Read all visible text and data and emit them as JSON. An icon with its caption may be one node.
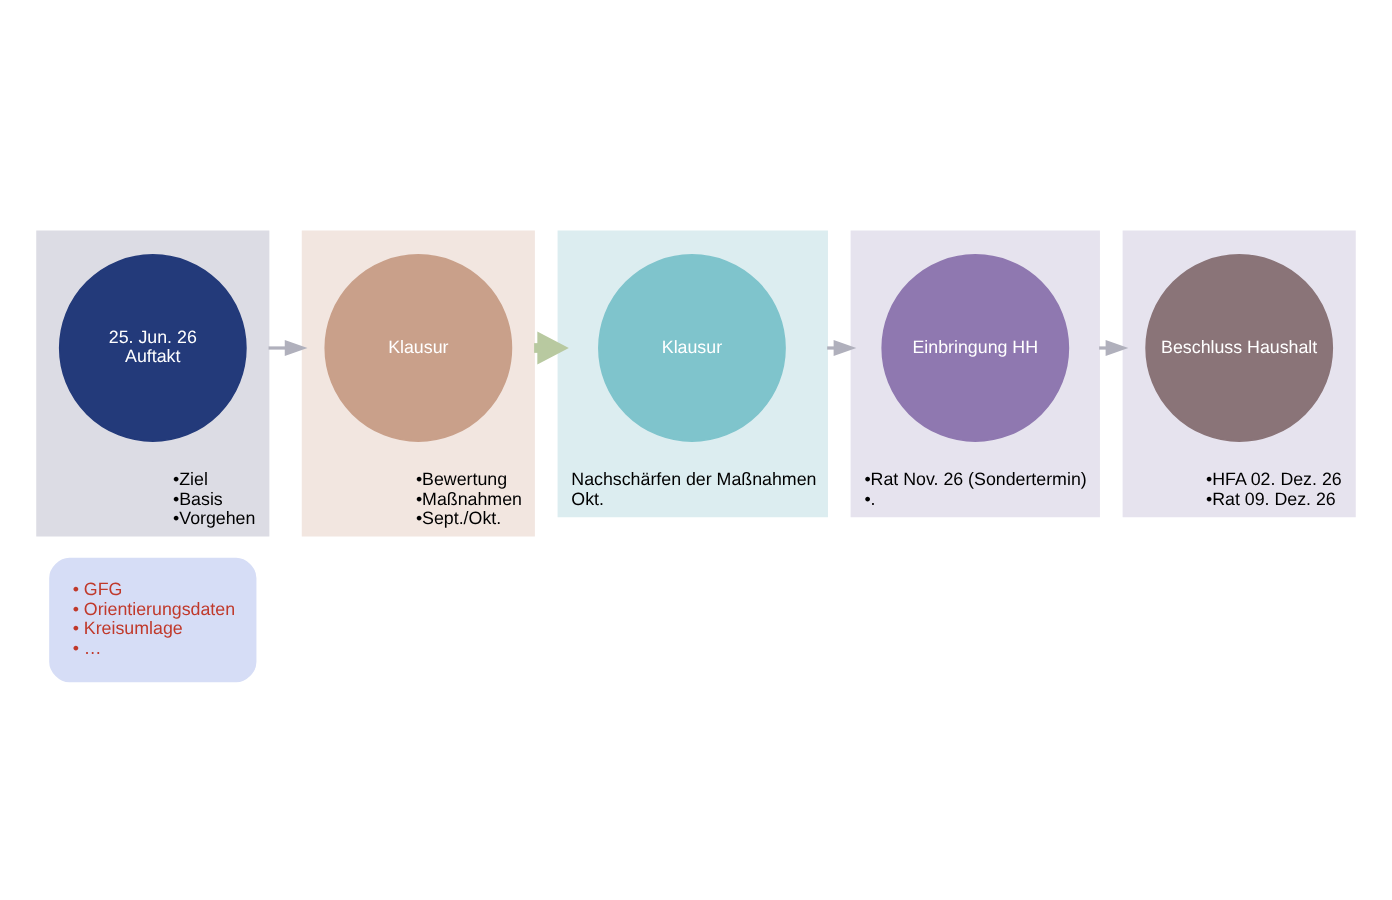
{
  "diagram": {
    "nodes": [
      {
        "text": [
          "• GFG",
          "• Orientierungsdaten",
          "• Kreisumlage",
          "• …"
        ]
      },
      {
        "text": [
          "•Ziel",
          "•Basis",
          "•Vorgehen"
        ]
      },
      {
        "text": [
          "25. Jun. 26",
          "Auftakt"
        ],
        "in": 1
      },
      {
        "text": [
          "•Bewertung",
          "•Maßnahmen",
          "•Sept./Okt."
        ]
      },
      {
        "text": [
          "Klausur"
        ],
        "in": 3
      },
      {
        "text": [
          "Nachschärfen der Maßnahmen",
          "Okt."
        ]
      },
      {
        "text": [
          "Klausur"
        ],
        "in": 5
      },
      {
        "text": [
          "•Rat Nov. 26 (Sondertermin)",
          "•."
        ]
      },
      {
        "text": [
          "Einbringung HH"
        ],
        "in": 7
      },
      {
        "text": [
          "•HFA 02. Dez. 26",
          "•Rat 09. Dez. 26"
        ]
      },
      {
        "text": [
          "Beschluss Haushalt"
        ],
        "in": 9
      }
    ],
    "edges": [
      {
        "from": 1,
        "to": 3,
        "arrow": "to"
      },
      {
        "from": 3,
        "to": 5,
        "arrow": "to",
        "style": "thick",
        "color": "#b8c9a0"
      },
      {
        "from": 5,
        "to": 7,
        "arrow": "to"
      },
      {
        "from": 7,
        "to": 9,
        "arrow": "to"
      }
    ]
  }
}
